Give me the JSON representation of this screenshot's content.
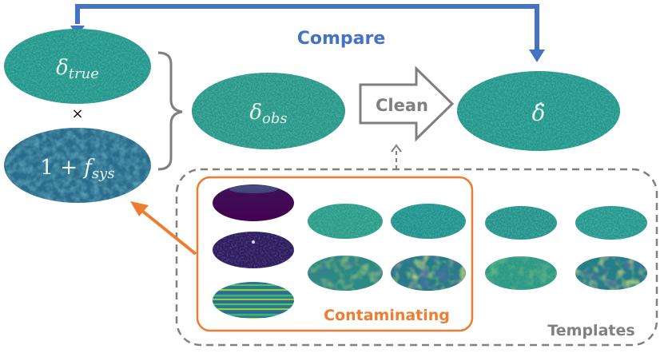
{
  "labels": {
    "compare": "Compare",
    "clean": "Clean",
    "contaminating": "Contaminating",
    "templates": "Templates",
    "times": "×"
  },
  "maps": {
    "delta_true": {
      "sym": "δ",
      "sub": "true"
    },
    "one_plus_fsys": {
      "pre": "1 + ",
      "sym": "f",
      "sub": "sys"
    },
    "delta_obs": {
      "sym": "δ",
      "sub": "obs"
    },
    "delta_hat": {
      "sym": "δ̂"
    }
  },
  "colors": {
    "compare": "#4472c4",
    "contaminating": "#ed7d31",
    "clean": "#7f7f7f",
    "templates_border": "#808080",
    "map_green": "#2a9a82",
    "map_blue": "#2a6a8a",
    "map_purple": "#3b1a5e"
  },
  "icons": {
    "compare_arrow": "arrow-loop-right-down",
    "clean_arrow": "block-arrow-right",
    "contaminating_arrow": "arrow-up-left",
    "templates_arrow": "dashed-arrow-up",
    "brace": "right-brace"
  }
}
